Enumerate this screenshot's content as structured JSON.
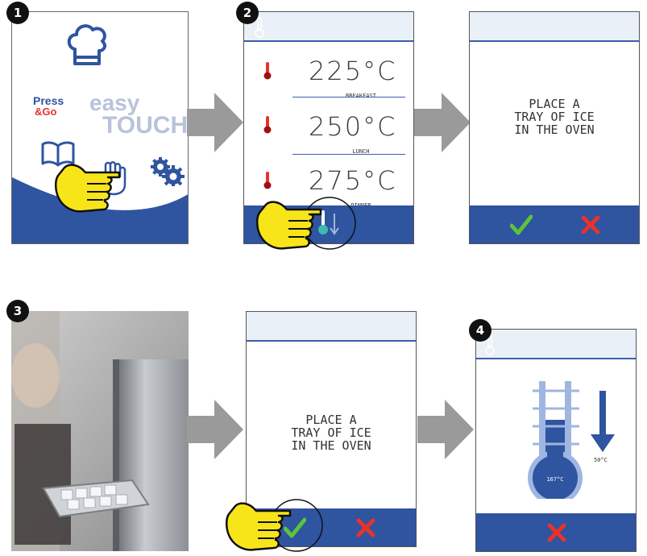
{
  "steps": {
    "s1": "1",
    "s2": "2",
    "s3": "3",
    "s4": "4"
  },
  "home": {
    "press_line1": "Press",
    "press_line2": "&Go",
    "easy": "easy",
    "touch": "TOUCH"
  },
  "presets": [
    {
      "temp": "225°C",
      "label": "BREAKFAST"
    },
    {
      "temp": "250°C",
      "label": "LUNCH"
    },
    {
      "temp": "275°C",
      "label": "DINNER"
    }
  ],
  "confirm_screen": {
    "message": "PLACE A\nTRAY OF ICE\nIN THE OVEN"
  },
  "confirm_screen_2": {
    "message": "PLACE A\nTRAY OF ICE\nIN THE OVEN"
  },
  "cooling_screen": {
    "current_temp": "167°C",
    "target_temp": "50°C"
  },
  "icons": [
    "chef-hat-icon",
    "book-icon",
    "hand-icon",
    "gears-icon",
    "thermometer-icon",
    "cool-down-icon",
    "check-icon",
    "cross-icon",
    "pointing-hand-icon",
    "down-arrow-icon"
  ],
  "colors": {
    "brand_blue": "#2f54a0",
    "check_green": "#5cc43a",
    "cross_red": "#e8332b",
    "arrow_gray": "#9a9a9a",
    "hand_yellow": "#f7e51a"
  }
}
